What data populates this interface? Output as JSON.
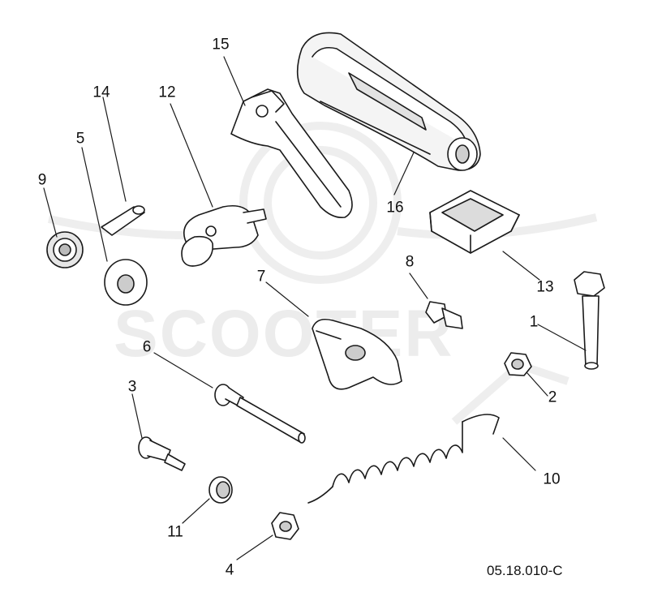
{
  "watermark": {
    "text": "SCOOTER"
  },
  "drawing_code": "05.18.010-C",
  "callouts": {
    "c1": "1",
    "c2": "2",
    "c3": "3",
    "c4": "4",
    "c5": "5",
    "c6": "6",
    "c7": "7",
    "c8": "8",
    "c9": "9",
    "c10": "10",
    "c11": "11",
    "c12": "12",
    "c13": "13",
    "c14": "14",
    "c15": "15",
    "c16": "16"
  },
  "colors": {
    "line": "#1a1a1a",
    "fill": "#ffffff",
    "shade": "#d8d8d8",
    "watermark": "#ececec"
  }
}
